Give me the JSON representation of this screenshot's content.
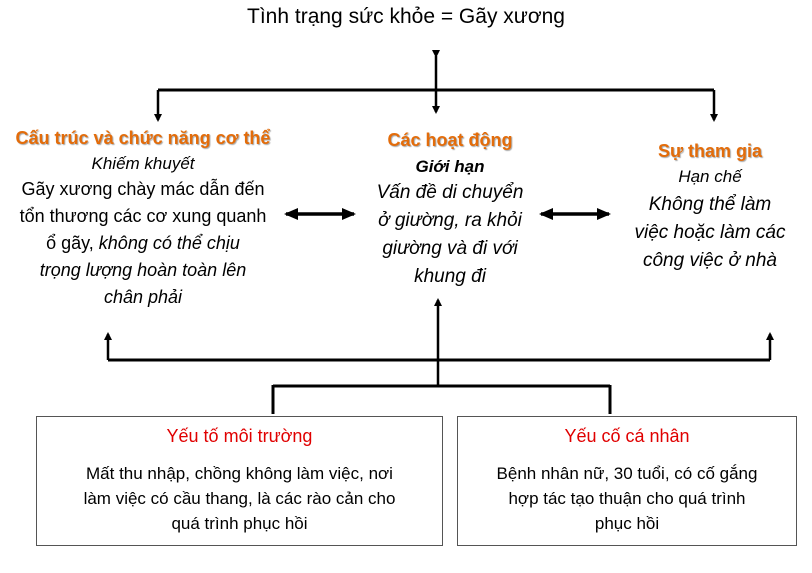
{
  "title": "Tình trạng sức khỏe = Gãy xương",
  "body_structure": {
    "heading": "Cấu trúc và chức năng cơ thể",
    "subheading": "Khiếm khuyết",
    "line1": "Gãy xương chày mác dẫn đến",
    "line2": "tổn thương các cơ xung quanh",
    "line3_normal": "ổ gãy, ",
    "line3_italic": "không có thể chịu",
    "line4": "trọng lượng hoàn toàn lên",
    "line5": "chân phải"
  },
  "activities": {
    "heading": "Các hoạt động",
    "subheading": "Giới hạn",
    "lines": [
      "Vấn đề di chuyển",
      "ở giường, ra khỏi",
      "giường và đi với",
      "khung đi"
    ]
  },
  "participation": {
    "heading": "Sự tham gia",
    "subheading": "Hạn chế",
    "lines": [
      "Không thể làm",
      "việc hoặc làm các",
      "công việc ở nhà"
    ]
  },
  "environment": {
    "heading": "Yếu tố môi trường",
    "lines": [
      "Mất thu nhập, chồng không làm việc, nơi",
      "làm việc có cầu thang, là các rào cản cho",
      "quá trình phục hồi"
    ]
  },
  "personal": {
    "heading": "Yếu cố cá nhân",
    "lines": [
      "Bệnh nhân nữ, 30 tuổi, có cố gắng",
      "hợp tác tạo thuận cho quá trình",
      "phục hồi"
    ]
  }
}
